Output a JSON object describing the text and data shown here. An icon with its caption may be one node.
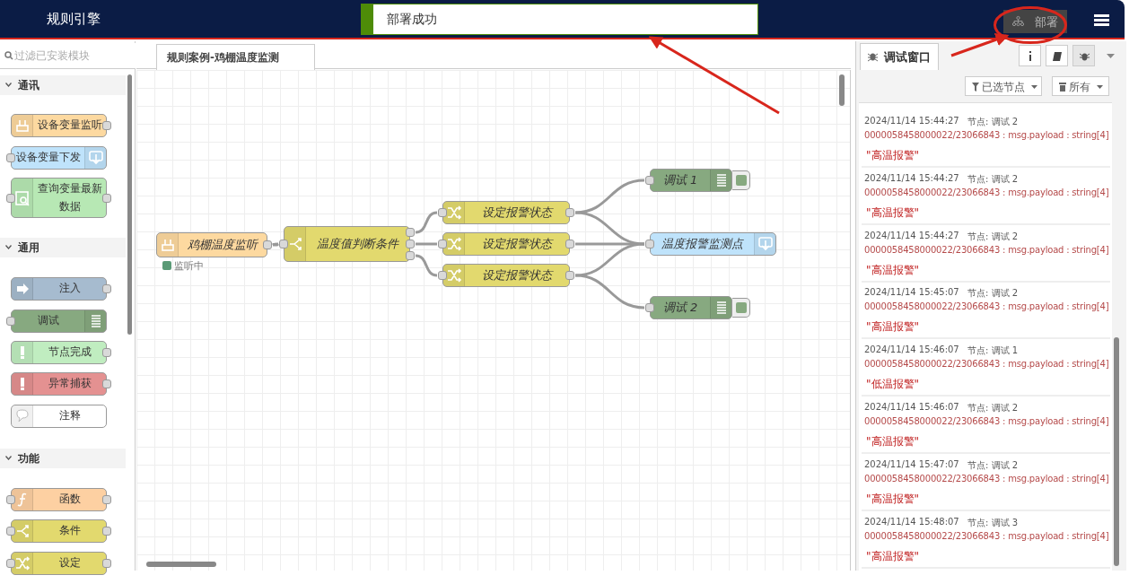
{
  "diagram": {
    "nodes": [
      {
        "text": [
          "部署成功"
        ]
      },
      {
        "text": [
          "部署"
        ]
      },
      {
        "text": [
          "设备变量监听"
        ]
      },
      {
        "text": [
          "设备变量下发"
        ]
      },
      {
        "text": [
          "查询变量最新数据"
        ]
      },
      {
        "text": [
          "注入"
        ]
      },
      {
        "text": [
          "调试"
        ]
      },
      {
        "text": [
          "节点完成"
        ]
      },
      {
        "text": [
          "异常捕获"
        ]
      },
      {
        "text": [
          "注释"
        ]
      },
      {
        "text": [
          "函数"
        ]
      },
      {
        "text": [
          "条件"
        ]
      },
      {
        "text": [
          "设定"
        ]
      },
      {
        "text": [
          "鸡棚温度监听"
        ],
        "beside": [
          "监听中"
        ]
      },
      {
        "text": [
          "温度值判断条件"
        ]
      },
      {
        "text": [
          "设定报警状态"
        ]
      },
      {
        "text": [
          "设定报警状态"
        ]
      },
      {
        "text": [
          "设定报警状态"
        ]
      },
      {
        "text": [
          "调试 1"
        ]
      },
      {
        "text": [
          "温度报警监测点"
        ]
      },
      {
        "text": [
          "调试 2"
        ]
      }
    ],
    "edges": [
      {
        "from": 13,
        "to": 14,
        "arrow": "none"
      },
      {
        "from": 14,
        "to": 15,
        "arrow": "none"
      },
      {
        "from": 14,
        "to": 16,
        "arrow": "none"
      },
      {
        "from": 14,
        "to": 17,
        "arrow": "none"
      },
      {
        "from": 15,
        "to": 18,
        "arrow": "none"
      },
      {
        "from": 15,
        "to": 19,
        "arrow": "none"
      },
      {
        "from": 16,
        "to": 19,
        "arrow": "none"
      },
      {
        "from": 17,
        "to": 19,
        "arrow": "none"
      },
      {
        "from": 17,
        "to": 20,
        "arrow": "none"
      },
      {
        "from": null,
        "to": 0,
        "arrow": "to",
        "color": "#d8261c"
      },
      {
        "from": null,
        "to": 1,
        "arrow": "to",
        "color": "#d8261c"
      }
    ],
    "labels": [
      "规则引擎",
      "过滤已安装模块",
      "规则案例-鸡棚温度监测",
      "通讯",
      "通用",
      "功能",
      "调试窗口",
      "已选节点",
      "所有",
      "2024/11/14 15:44:27",
      "节点: 调试 2",
      "0000058458000022/23066843 : msg.payload : string[4]",
      "\"高温报警\"",
      "2024/11/14 15:44:27",
      "节点: 调试 2",
      "0000058458000022/23066843 : msg.payload : string[4]",
      "\"高温报警\"",
      "2024/11/14 15:44:27",
      "节点: 调试 2",
      "0000058458000022/23066843 : msg.payload : string[4]",
      "\"高温报警\"",
      "2024/11/14 15:45:07",
      "节点: 调试 2",
      "0000058458000022/23066843 : msg.payload : string[4]",
      "\"高温报警\"",
      "2024/11/14 15:46:07",
      "节点: 调试 1",
      "0000058458000022/23066843 : msg.payload : string[4]",
      "\"低温报警\"",
      "2024/11/14 15:46:07",
      "节点: 调试 2",
      "0000058458000022/23066843 : msg.payload : string[4]",
      "\"高温报警\"",
      "2024/11/14 15:47:07",
      "节点: 调试 2",
      "0000058458000022/23066843 : msg.payload : string[4]",
      "\"高温报警\"",
      "2024/11/14 15:48:07",
      "节点: 调试 3",
      "0000058458000022/23066843 : msg.payload : string[4]",
      "\"高温报警\""
    ]
  }
}
